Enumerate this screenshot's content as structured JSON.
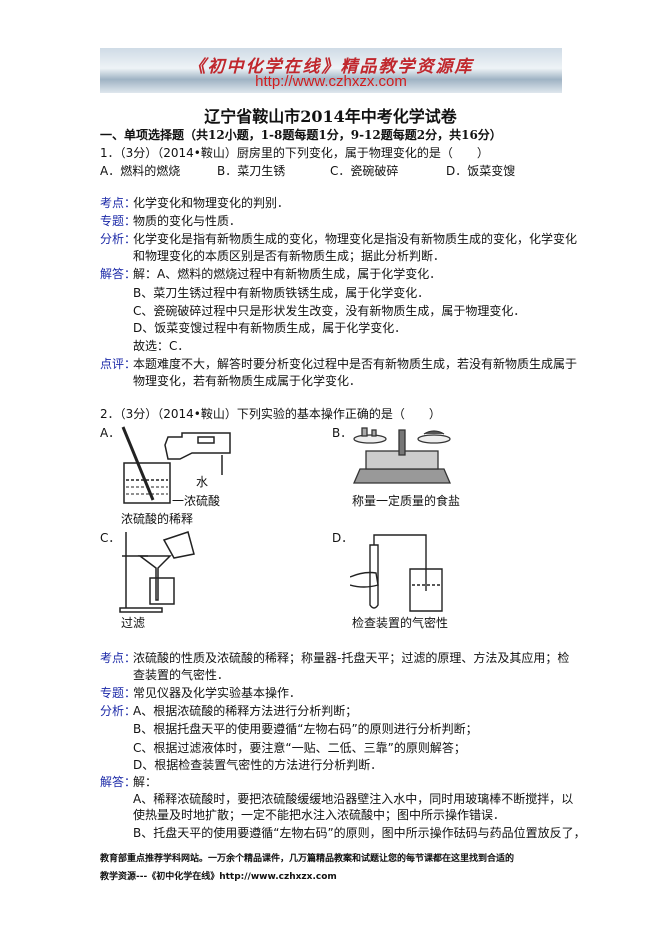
{
  "banner": {
    "title": "《初中化学在线》精品教学资源库",
    "url": "http://www.czhxzx.com"
  },
  "title": "辽宁省鞍山市2014年中考化学试卷",
  "section1": "一、单项选择题（共12小题，1-8题每题1分，9-12题每题2分，共16分）",
  "q1": {
    "stem": "1．（3分）（2014•鞍山）厨房里的下列变化，属于物理变化的是（　　）",
    "options": [
      "A．燃料的燃烧",
      "B．菜刀生锈",
      "C．瓷碗破碎",
      "D．饭菜变馊"
    ],
    "kaodian_label": "考点：",
    "kaodian": "化学变化和物理变化的判别．",
    "zhuanti_label": "专题：",
    "zhuanti": "物质的变化与性质．",
    "fenxi_label": "分析：",
    "fenxi": [
      "化学变化是指有新物质生成的变化，物理变化是指没有新物质生成的变化，化学变化",
      "和物理变化的本质区别是否有新物质生成；据此分析判断．"
    ],
    "jieda_label": "解答：",
    "jieda": [
      "解：A、燃料的燃烧过程中有新物质生成，属于化学变化．",
      "B、菜刀生锈过程中有新物质铁锈生成，属于化学变化．",
      "C、瓷碗破碎过程中只是形状发生改变，没有新物质生成，属于物理变化．",
      "D、饭菜变馊过程中有新物质生成，属于化学变化．",
      "故选：C．"
    ],
    "dianping_label": "点评：",
    "dianping": [
      "本题难度不大，解答时要分析变化过程中是否有新物质生成，若没有新物质生成属于",
      "物理变化，若有新物质生成属于化学变化．"
    ]
  },
  "q2": {
    "stem": "2．（3分）（2014•鞍山）下列实验的基本操作正确的是（　　）",
    "options": [
      {
        "letter": "A．",
        "caption": "浓硫酸的稀释",
        "fig_labels": [
          "水",
          "一浓硫酸"
        ]
      },
      {
        "letter": "B．",
        "caption": "称量一定质量的食盐"
      },
      {
        "letter": "C．",
        "caption": "过滤"
      },
      {
        "letter": "D．",
        "caption": "检查装置的气密性"
      }
    ],
    "kaodian_label": "考点：",
    "kaodian": [
      "浓硫酸的性质及浓硫酸的稀释；称量器-托盘天平；过滤的原理、方法及其应用；检",
      "查装置的气密性．"
    ],
    "zhuanti_label": "专题：",
    "zhuanti": "常见仪器及化学实验基本操作．",
    "fenxi_label": "分析：",
    "fenxi": [
      "A、根据浓硫酸的稀释方法进行分析判断；",
      "B、根据托盘天平的使用要遵循“左物右码”的原则进行分析判断；",
      "C、根据过滤液体时，要注意“一贴、二低、三靠”的原则解答；",
      "D、根据检查装置气密性的方法进行分析判断．"
    ],
    "jieda_label": "解答：",
    "jieda": [
      "解：",
      "A、稀释浓硫酸时，要把浓硫酸缓缓地沿器壁注入水中，同时用玻璃棒不断搅拌，以",
      "使热量及时地扩散；一定不能把水注入浓硫酸中；图中所示操作错误．",
      "B、托盘天平的使用要遵循“左物右码”的原则，图中所示操作砝码与药品位置放反了，"
    ]
  },
  "footer": [
    "教育部重点推荐学科网站。一万余个精品课件，几万篇精品教案和试题让您的每节课都在这里找到合适的",
    "教学资源---《初中化学在线》http://www.czhxzx.com"
  ]
}
